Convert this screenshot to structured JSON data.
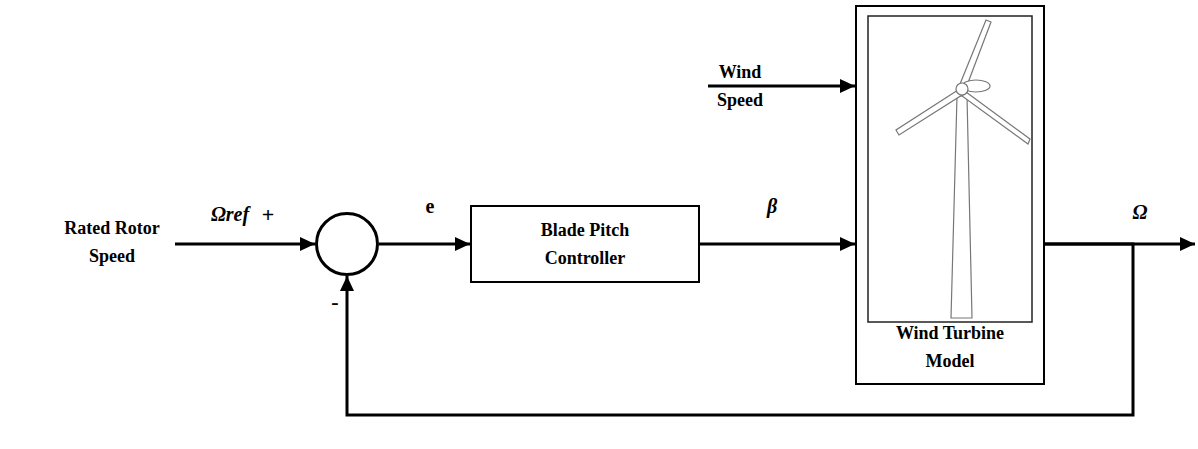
{
  "diagram": {
    "nodes": [
      {
        "text": [
          "+",
          "-"
        ]
      },
      {
        "text": [
          "Blade Pitch Controller"
        ]
      },
      {
        "text": [
          "Wind Turbine Model"
        ]
      }
    ],
    "edges": [
      {
        "from": 0,
        "to": 1,
        "arrow": "to",
        "label": "e"
      },
      {
        "from": 1,
        "to": 2,
        "arrow": "to",
        "label": "β"
      },
      {
        "from": 2,
        "to": 0,
        "arrow": "to"
      }
    ],
    "labels": [
      "Rated Rotor Speed",
      "Ωref",
      "Wind Speed",
      "Ω"
    ]
  }
}
